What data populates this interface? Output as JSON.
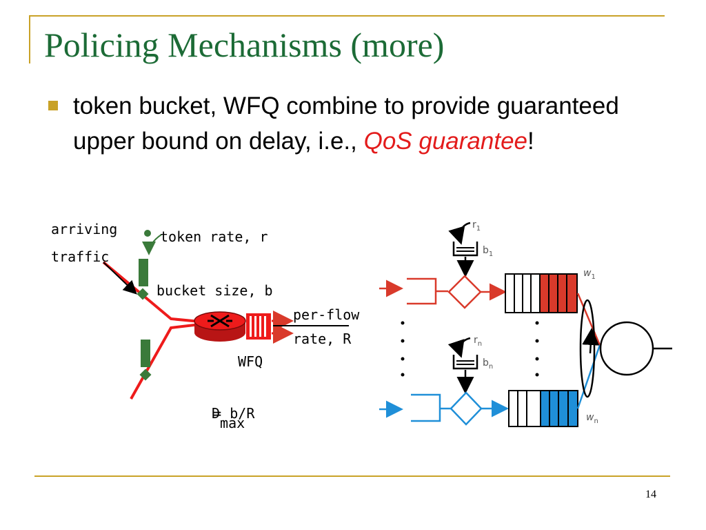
{
  "slide": {
    "title": "Policing Mechanisms (more)",
    "bullet": {
      "text_before": "token bucket, WFQ combine to provide guaranteed upper bound on delay, i.e., ",
      "emphasis": "QoS guarantee",
      "text_after": "!"
    },
    "page_number": "14"
  },
  "left_diagram": {
    "arriving_line1": "arriving",
    "arriving_line2": "traffic",
    "token_rate": "token rate, r",
    "bucket_size": "bucket size, b",
    "per_flow_line1": "per-flow",
    "per_flow_line2": "rate, R",
    "wfq": "WFQ",
    "delay_main": "D",
    "delay_sub": "max",
    "delay_rest": "= b/R"
  },
  "right_diagram": {
    "r_top": "r",
    "r_top_sub": "1",
    "b_top": "b",
    "b_top_sub": "1",
    "w_top": "w",
    "w_top_sub": "1",
    "r_bot": "r",
    "r_bot_sub": "n",
    "b_bot": "b",
    "b_bot_sub": "n",
    "w_bot": "w",
    "w_bot_sub": "n"
  },
  "colors": {
    "title": "#1c6b36",
    "accent_gold": "#c9a227",
    "emphasis_red": "#e31b1b",
    "flow_red": "#d93a2b",
    "flow_blue": "#1f8fd8",
    "token_green": "#3a7a3a"
  }
}
